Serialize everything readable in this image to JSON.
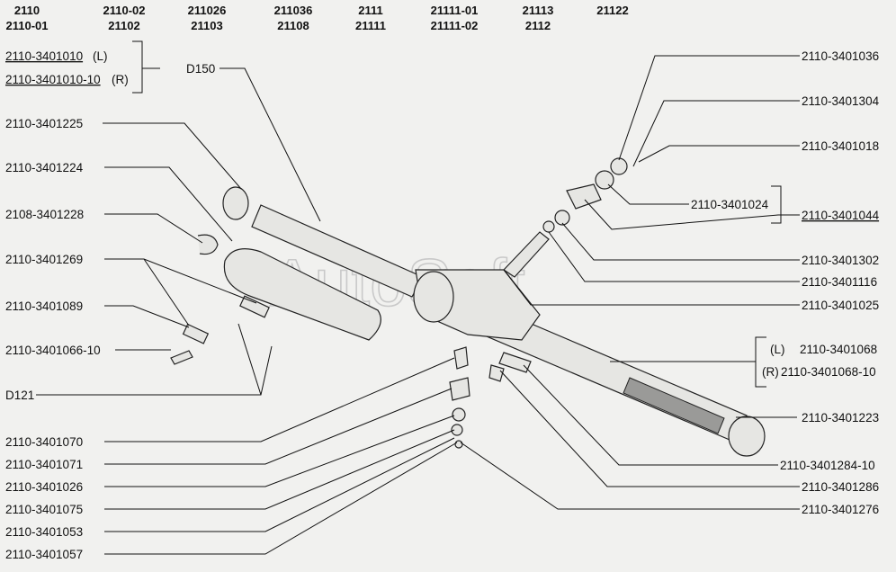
{
  "header_models": [
    {
      "top": "2110",
      "bottom": "2110-01"
    },
    {
      "top": "2110-02",
      "bottom": "21102"
    },
    {
      "top": "211026",
      "bottom": "21103"
    },
    {
      "top": "211036",
      "bottom": "21108"
    },
    {
      "top": "2111",
      "bottom": "21111"
    },
    {
      "top": "21111-01",
      "bottom": "21111-02"
    },
    {
      "top": "21113",
      "bottom": "2112"
    },
    {
      "top": "21122",
      "bottom": ""
    }
  ],
  "watermark": "AutoSoft",
  "assembly_left": {
    "part_l": "2110-3401010",
    "side_l": "(L)",
    "part_r": "2110-3401010-10",
    "side_r": "(R)"
  },
  "left_labels": [
    "D150",
    "2110-3401225",
    "2110-3401224",
    "2108-3401228",
    "2110-3401269",
    "2110-3401089",
    "2110-3401066-10",
    "D121",
    "2110-3401070",
    "2110-3401071",
    "2110-3401026",
    "2110-3401075",
    "2110-3401053",
    "2110-3401057"
  ],
  "right_labels": [
    "2110-3401036",
    "2110-3401304",
    "2110-3401018",
    "2110-3401024",
    "2110-3401044",
    "2110-3401302",
    "2110-3401116",
    "2110-3401025",
    "2110-3401223",
    "2110-3401284-10",
    "2110-3401286",
    "2110-3401276"
  ],
  "rack_assembly": {
    "side_l": "(L)",
    "part_l": "2110-3401068",
    "side_r": "(R)",
    "part_r": "2110-3401068-10"
  }
}
